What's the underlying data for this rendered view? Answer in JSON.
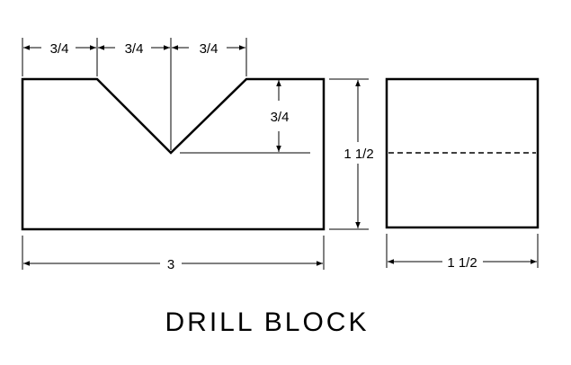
{
  "title": "DRILL BLOCK",
  "front_view": {
    "top_dims": [
      "3/4",
      "3/4",
      "3/4"
    ],
    "notch_depth": "3/4",
    "height": "1 1/2",
    "width": "3"
  },
  "side_view": {
    "width": "1 1/2"
  }
}
